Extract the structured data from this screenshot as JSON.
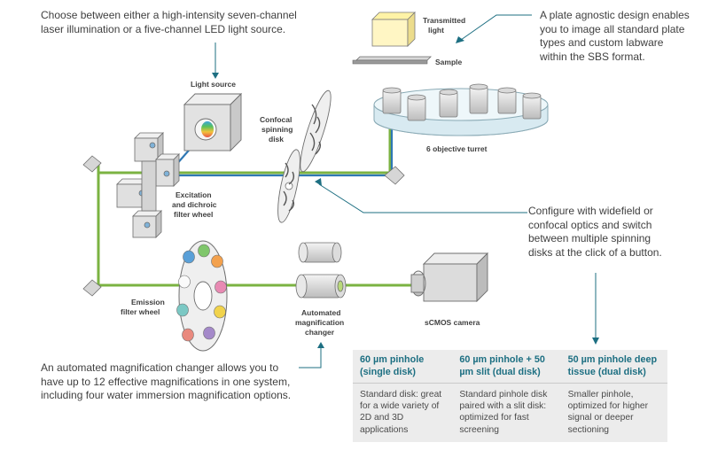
{
  "notes": {
    "light_choice": "Choose between either a high-intensity seven-channel laser illumination or a five-channel LED light source.",
    "plate": "A plate agnostic design enables you to image all standard plate types and custom labware within the SBS format.",
    "configure": "Configure with widefield or confocal optics and switch between multiple spinning disks at the click of a button.",
    "magnification": "An automated magnification changer allows you to have up to 12 effective magnifications in one system, including four water immersion magnification options."
  },
  "labels": {
    "transmitted_light": [
      "Transmitted",
      "light"
    ],
    "sample": "Sample",
    "light_source": "Light source",
    "confocal_disk": [
      "Confocal",
      "spinning",
      "disk"
    ],
    "objective_turret": "6 objective turret",
    "excitation": [
      "Excitation",
      "and dichroic",
      "filter wheel"
    ],
    "emission": [
      "Emission",
      "filter wheel"
    ],
    "mag_changer": [
      "Automated",
      "magnification",
      "changer"
    ],
    "camera": "sCMOS camera"
  },
  "table": {
    "columns": [
      {
        "header": "60 µm pinhole (single disk)",
        "body": "Standard disk: great for a wide variety of 2D and 3D applications"
      },
      {
        "header": "60 µm pinhole + 50 µm slit (dual disk)",
        "body": "Standard pinhole disk paired with a slit disk: optimized for fast screening"
      },
      {
        "header": "50 µm pinhole deep tissue (dual disk)",
        "body": "Smaller pinhole, optimized for higher signal or deeper sectioning"
      }
    ]
  },
  "colors": {
    "accent_teal": "#1d6f82",
    "beam_green": "#7bb342",
    "beam_blue": "#2f78b4",
    "filter_colors": [
      "#5aa0d8",
      "#7fc66b",
      "#f3a14d",
      "#e88ab3",
      "#f1d34c",
      "#a489c9",
      "#7bc8c4"
    ]
  }
}
